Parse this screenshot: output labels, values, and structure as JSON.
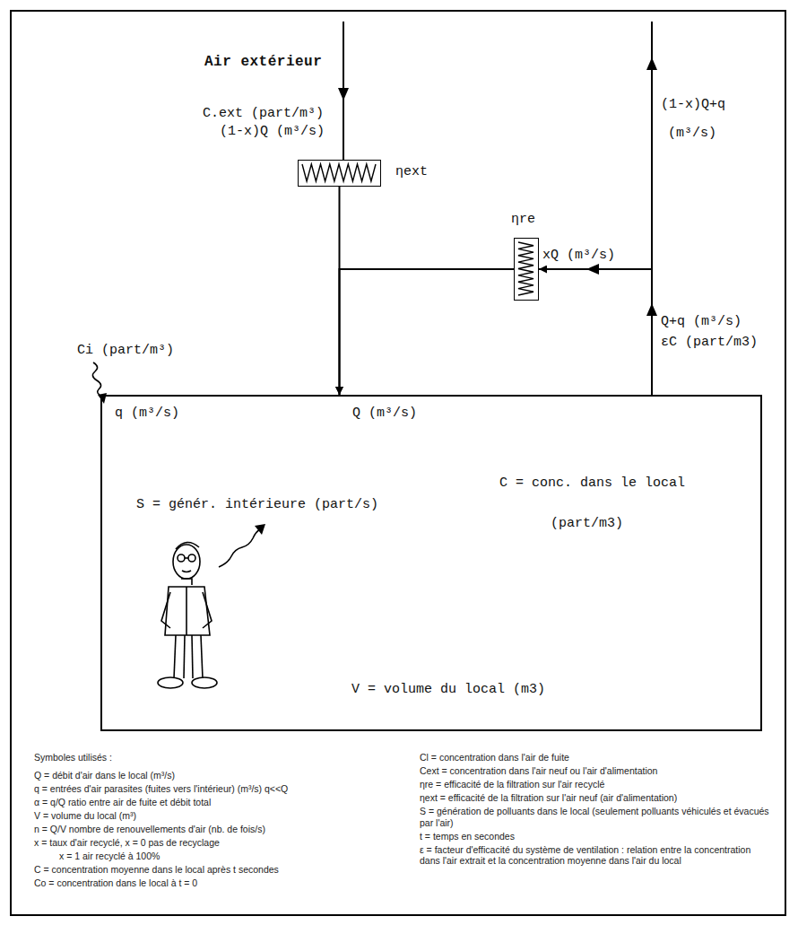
{
  "diagram": {
    "nodes": [
      {
        "text": [
          "ηext"
        ]
      },
      {
        "text": [
          "ηre"
        ]
      },
      {
        "text": [
          "S = génér. intérieure (part/s)",
          "C = conc. dans le local",
          "(part/m3)",
          "V = volume du local (m3)"
        ]
      }
    ],
    "edges": [
      {
        "from": 0,
        "to": 2,
        "arrow": "to"
      },
      {
        "from": 2,
        "to": 1,
        "arrow": "to"
      },
      {
        "from": 1,
        "to": 2,
        "arrow": "to"
      }
    ],
    "labels": [
      "Air extérieur",
      "C.ext (part/m³)",
      "(1-x)Q (m³/s)",
      "(1-x)Q+q",
      "(m³/s)",
      "xQ (m³/s)",
      "Q+q (m³/s)",
      "εC (part/m3)",
      "Ci (part/m³)",
      "q (m³/s)",
      "Q (m³/s)",
      "Symboles utilisés :",
      "Q = débit d'air dans le local (m³/s)",
      "q = entrées d'air parasites (fuites vers l'intérieur) (m³/s) q<<Q",
      "α = q/Q ratio entre air de fuite et débit total",
      "V = volume du local (m³)",
      "n = Q/V nombre de renouvellements d'air (nb. de fois/s)",
      "x = taux d'air recyclé, x = 0 pas de recyclage",
      "x = 1 air recyclé à 100%",
      "C = concentration moyenne dans le local après t secondes",
      "Co = concentration dans le local à t = 0",
      "Cl = concentration dans l'air de fuite",
      "Cext = concentration dans l'air neuf ou l'air d'alimentation",
      "ηre = efficacité de la filtration sur l'air recyclé",
      "ηext = efficacité de la filtration sur l'air neuf (air d'alimentation)",
      "S = génération de polluants dans le local (seulement polluants véhiculés et évacués par l'air)",
      "t = temps en secondes",
      "ε = facteur d'efficacité du système de ventilation : relation entre la concentration dans l'air extrait et la concentration moyenne dans l'air du local"
    ]
  }
}
